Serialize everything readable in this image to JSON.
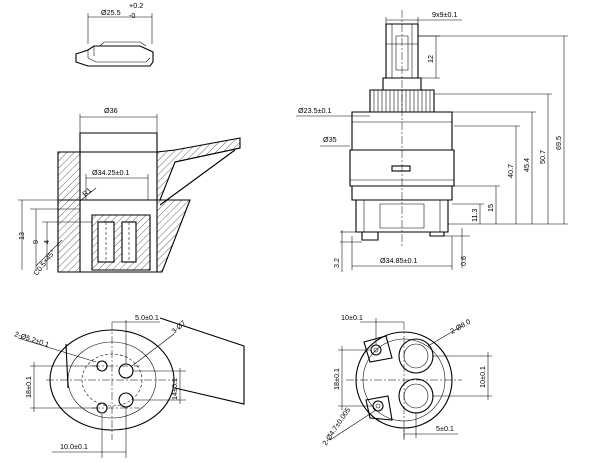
{
  "seal_view": {
    "diameter": "Ø25.5",
    "tol_upper": "+0.2",
    "tol_lower": "-0"
  },
  "housing_section": {
    "outer_diameter": "Ø36",
    "inner_diameter": "Ø34.25±0.1",
    "radius": "R1",
    "chamfer": "C0.5×45°",
    "dim_13": "13",
    "dim_9": "9",
    "dim_4": "4"
  },
  "cartridge_elevation": {
    "spline": "9x9±0.1",
    "stem_height": "12",
    "ring_diameter": "Ø23.5±0.1",
    "body_diameter": "Ø35",
    "base_diameter": "Ø34.85±0.1",
    "h_40_7": "40.7",
    "h_45_4": "45.4",
    "h_50_7": "50.7",
    "h_69_5": "69.5",
    "h_15": "15",
    "h_11_3": "11.3",
    "h_3_2": "3.2",
    "h_0_6": "0.6"
  },
  "housing_plan": {
    "holes_label": "2-Ø5.2±0.1",
    "offset_label": "5.0±0.1",
    "pins_label": "3-Ø7",
    "dim_18": "18±0.1",
    "dim_14": "14±0.1",
    "dim_10": "10.0±0.1"
  },
  "cartridge_bottom": {
    "dim_10_top": "10±0.1",
    "ports_label": "2-Ø8.0",
    "dim_18": "18±0.1",
    "dim_10_right": "10±0.1",
    "pins_label": "2-Ø4.7±0.005",
    "dim_5": "5±0.1"
  }
}
